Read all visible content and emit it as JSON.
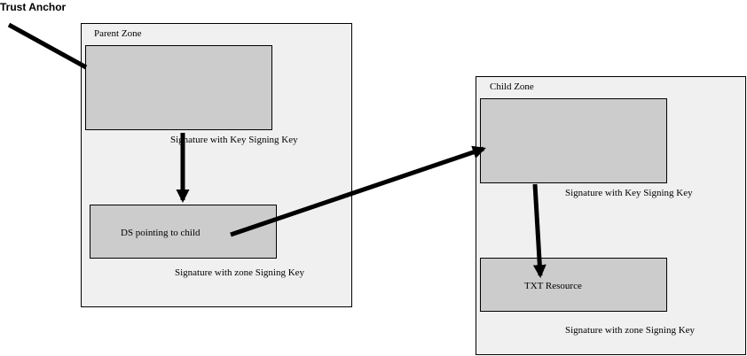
{
  "title": "Trust Anchor",
  "parent_zone": {
    "label": "Parent Zone",
    "key_box_caption": "Signature with Key Signing Key",
    "ds_box_label": "DS pointing to child",
    "ds_box_caption": "Signature with zone Signing Key"
  },
  "child_zone": {
    "label": "Child Zone",
    "key_box_caption": "Signature with Key Signing Key",
    "txt_box_label": "TXT Resource",
    "txt_box_caption": "Signature with zone Signing Key"
  },
  "colors": {
    "zone_fill": "#f0f0f0",
    "box_fill": "#cccccc",
    "arrow": "#000000"
  }
}
